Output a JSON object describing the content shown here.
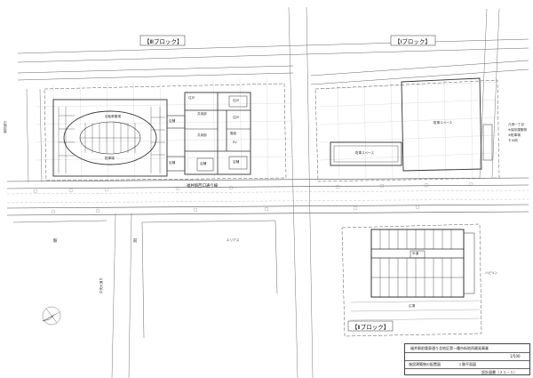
{
  "blocks": {
    "block3": "【Ⅲブロック】",
    "block1": "【Ⅰブロック】",
    "block2": "【Ⅱブロック】"
  },
  "block3_rooms": {
    "bike_parking": "自転車置場",
    "parking": "駐車場",
    "store": "店舗",
    "shared": "共用部",
    "stairs": "階段",
    "ev": "EV",
    "residence": "住戸"
  },
  "block1_labels": {
    "parking_space_upper": "駐車スペース",
    "parking_space_lower": "駐車スペース",
    "legend_1": "凡例一丁目",
    "legend_2": "※保存建築物",
    "legend_3": "※駐車場",
    "legend_4": "その他"
  },
  "block2_labels": {
    "sidewalk": "歩道",
    "square": "広場"
  },
  "street_labels": {
    "road_label_main": "福井駅西口通り線",
    "road_label_left": "城町通り",
    "station_label": "駅",
    "station_label2": "前",
    "building_label": "エリアス",
    "building_label2": "ハピリン",
    "road_vertical": "中央大通り"
  },
  "title_block": {
    "project": "福井駅前電車通り北地区第一種市街地再開発事業",
    "scale": "1/500",
    "drawing_name": "施設建築物の配置図",
    "floor": "１階平面図",
    "sheet_no": "設計図書（２１－１）"
  },
  "colors": {
    "line": "#444444",
    "light_line": "#9a9a9a",
    "accent": "#222222"
  },
  "icons": {
    "north_arrow": "north-arrow-icon"
  }
}
